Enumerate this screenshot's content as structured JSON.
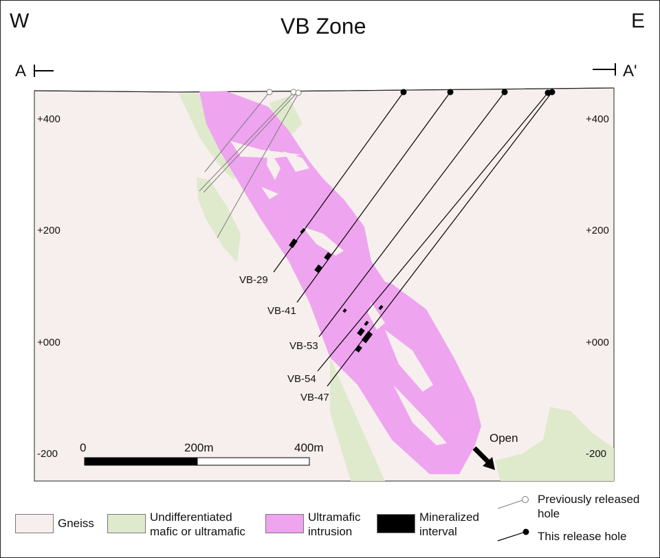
{
  "header": {
    "title": "VB Zone",
    "west_label": "W",
    "east_label": "E",
    "section_start": "A",
    "section_end": "A'"
  },
  "elevation_labels": [
    "+400",
    "+200",
    "+000",
    "-200"
  ],
  "holes": {
    "labels": [
      "VB-29",
      "VB-41",
      "VB-53",
      "VB-54",
      "VB-47"
    ]
  },
  "annotation": {
    "open": "Open"
  },
  "scale_bar": {
    "ticks": [
      "0",
      "200m",
      "400m"
    ]
  },
  "legend": {
    "gneiss": "Gneiss",
    "mafic": "Undifferentiated\nmafic or ultramafic",
    "ultramafic": "Ultramafic\nintrusion",
    "mineralized": "Mineralized\ninterval",
    "previous_hole": "Previously released\nhole",
    "this_hole": "This release hole"
  },
  "colors": {
    "gneiss": "#f7efee",
    "mafic": "#dfeacd",
    "ultramafic": "#eea4ef",
    "mineralized": "#000000"
  }
}
